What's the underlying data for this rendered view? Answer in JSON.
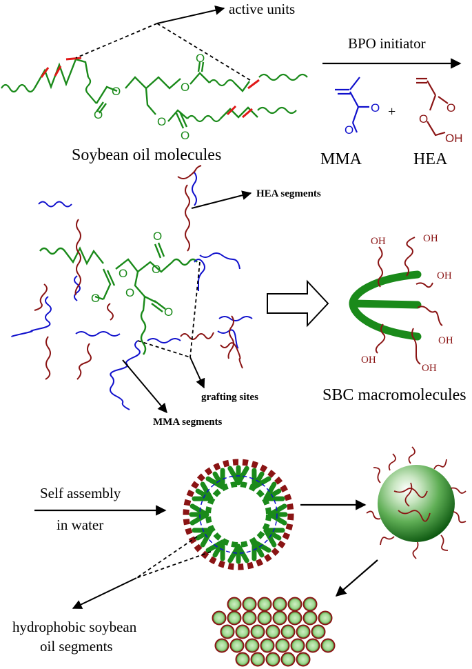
{
  "colors": {
    "soybean": "#1a8a1a",
    "mma": "#1010cc",
    "hea": "#8a1414",
    "double_bond": "#e01818",
    "arrow": "#000000"
  },
  "labels": {
    "active_units": "active units",
    "bpo_initiator": "BPO initiator",
    "soybean_oil_molecules": "Soybean oil molecules",
    "mma": "MMA",
    "hea": "HEA",
    "plus": "+",
    "hea_segments": "HEA segments",
    "grafting_sites": "grafting sites",
    "mma_segments": "MMA segments",
    "sbc_macromolecules": "SBC macromolecules",
    "self_assembly": "Self assembly",
    "in_water": "in water",
    "hydrophobic_line1": "hydrophobic soybean",
    "hydrophobic_line2": "oil segments"
  },
  "atoms": {
    "oxygen": "O",
    "hydroxyl": "OH"
  }
}
